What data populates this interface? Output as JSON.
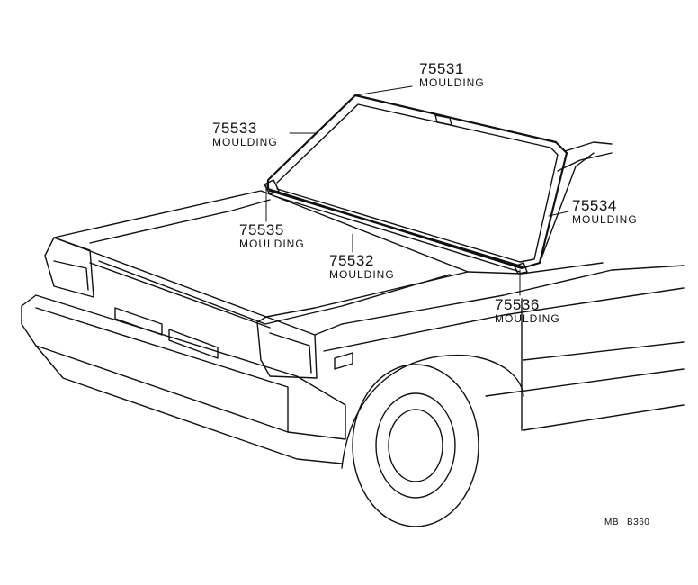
{
  "parts": [
    {
      "id": "75531",
      "name": "MOULDING"
    },
    {
      "id": "75533",
      "name": "MOULDING"
    },
    {
      "id": "75534",
      "name": "MOULDING"
    },
    {
      "id": "75535",
      "name": "MOULDING"
    },
    {
      "id": "75532",
      "name": "MOULDING"
    },
    {
      "id": "75536",
      "name": "MOULDING"
    }
  ],
  "reference": {
    "prefix": "MB",
    "code": "B360"
  }
}
